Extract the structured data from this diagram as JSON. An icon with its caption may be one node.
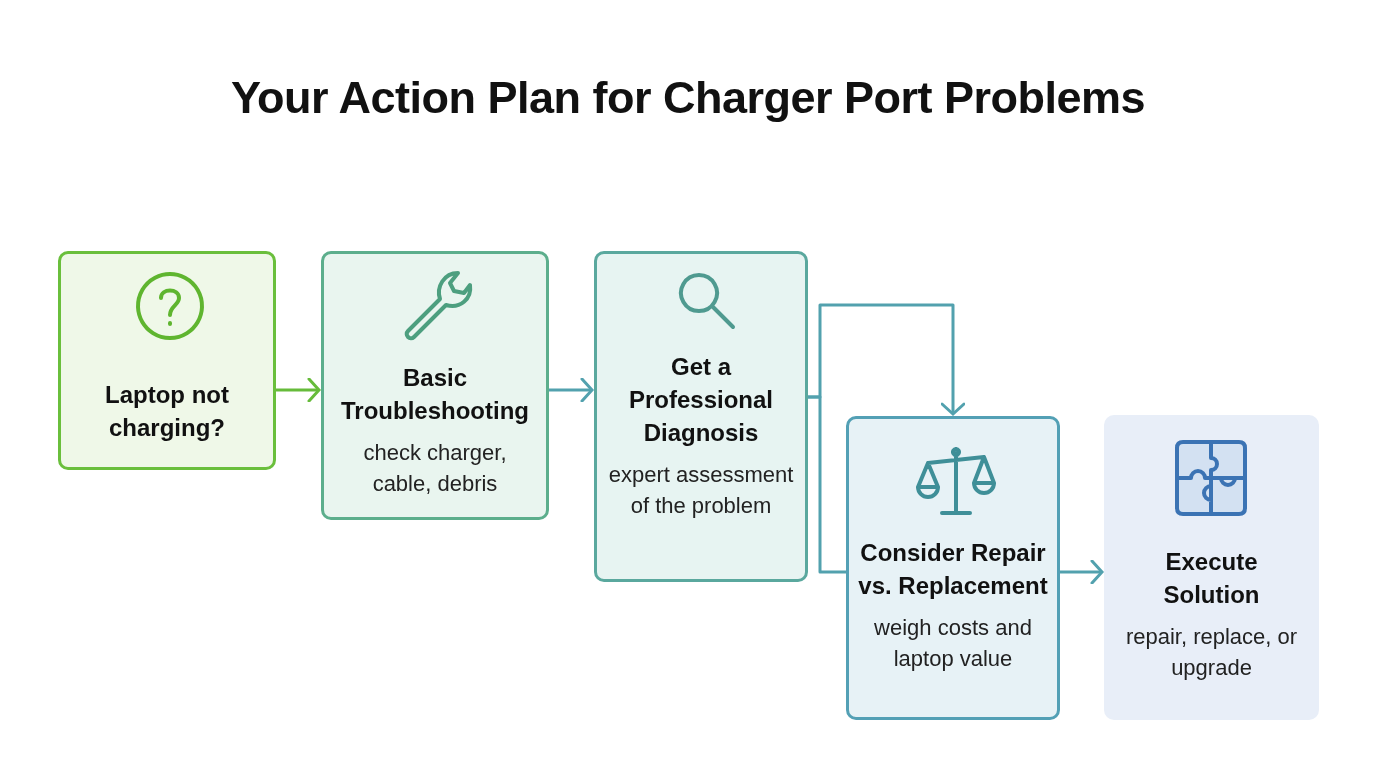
{
  "diagram": {
    "title": "Your Action Plan for Charger Port Problems",
    "nodes": [
      {
        "text": [
          "Laptop not charging?"
        ]
      },
      {
        "text": [
          "Basic Troubleshooting",
          "check charger, cable, debris"
        ]
      },
      {
        "text": [
          "Get a Professional Diagnosis",
          "expert assessment of the problem"
        ]
      },
      {
        "text": [
          "Consider Repair vs. Replacement",
          "weigh costs and laptop value"
        ]
      },
      {
        "text": [
          "Execute Solution",
          "repair, replace, or upgrade"
        ]
      }
    ],
    "edges": [
      {
        "from": 0,
        "to": 1,
        "arrow": "to",
        "color": "#66bb3a"
      },
      {
        "from": 1,
        "to": 2,
        "arrow": "to"
      },
      {
        "from": 2,
        "to": 3,
        "arrow": "to"
      },
      {
        "from": 2,
        "to": 3,
        "arrow": "none"
      },
      {
        "from": 3,
        "to": 4,
        "arrow": "to"
      }
    ]
  }
}
